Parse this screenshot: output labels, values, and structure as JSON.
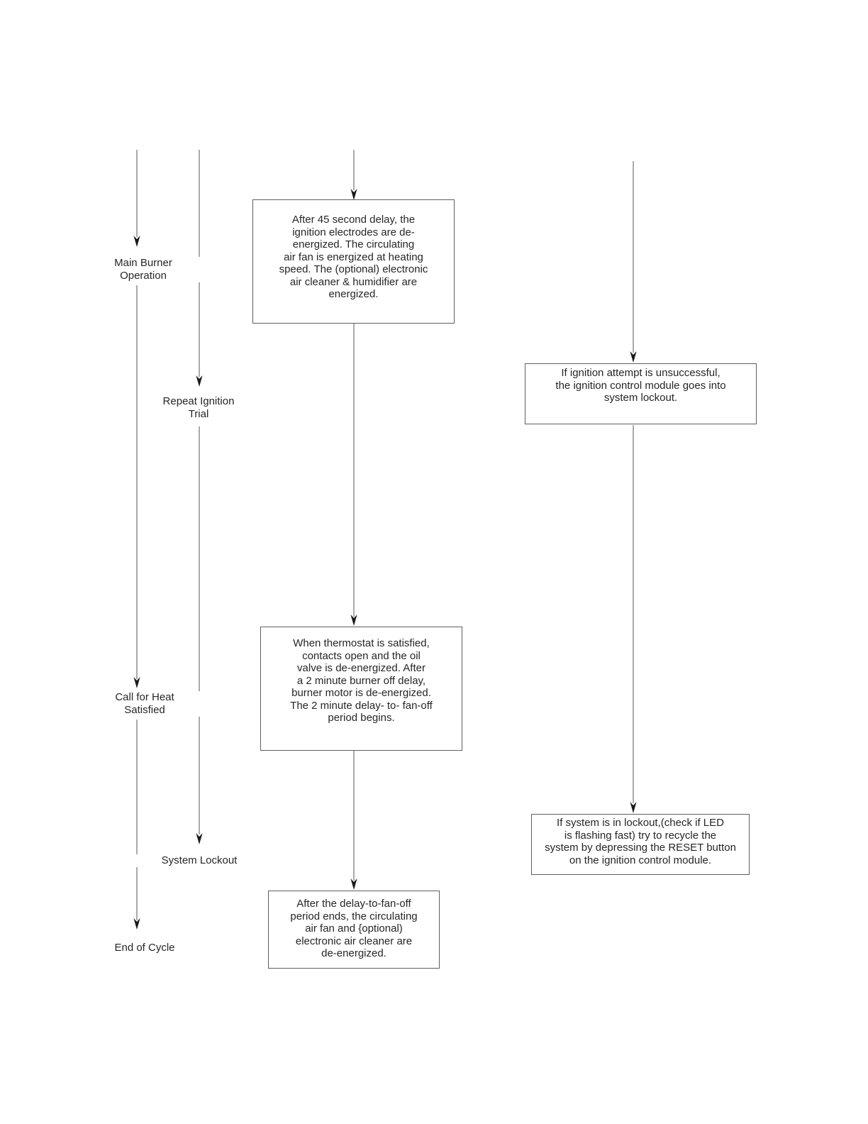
{
  "labels": {
    "main_burner": "Main Burner\nOperation",
    "repeat_ignition": "Repeat Ignition\nTrial",
    "call_for_heat": "Call for Heat\nSatisfied",
    "system_lockout": "System Lockout",
    "end_of_cycle": "End of Cycle"
  },
  "boxes": {
    "after_delay": "After 45 second delay, the\nignition electrodes are de-\nenergized.  The circulating\nair fan is energized at heating\nspeed. The (optional) electronic\nair cleaner & humidifier are\nenergized.",
    "ignition_unsuccessful": "If ignition attempt is unsuccessful,\nthe ignition control module goes into\nsystem lockout.",
    "thermostat_satisfied": "When thermostat is satisfied,\ncontacts open and the oil\nvalve is de-energized.  After\na 2 minute burner off delay,\nburner motor is de-energized.\nThe 2 minute delay- to- fan-off\nperiod begins.",
    "lockout_reset": "If system is in lockout,(check if LED\nis flashing fast) try to recycle the\nsystem by depressing the RESET button\non the ignition control module.",
    "fan_off": "After the delay-to-fan-off\nperiod ends, the circulating\nair fan and {optional)\nelectronic air cleaner are\nde-energized."
  },
  "colors": {
    "flow_line": "#868686",
    "arrowhead": "#1a1a1a",
    "box_border": "#5e5e5e",
    "text": "#262626",
    "background": "#ffffff"
  }
}
